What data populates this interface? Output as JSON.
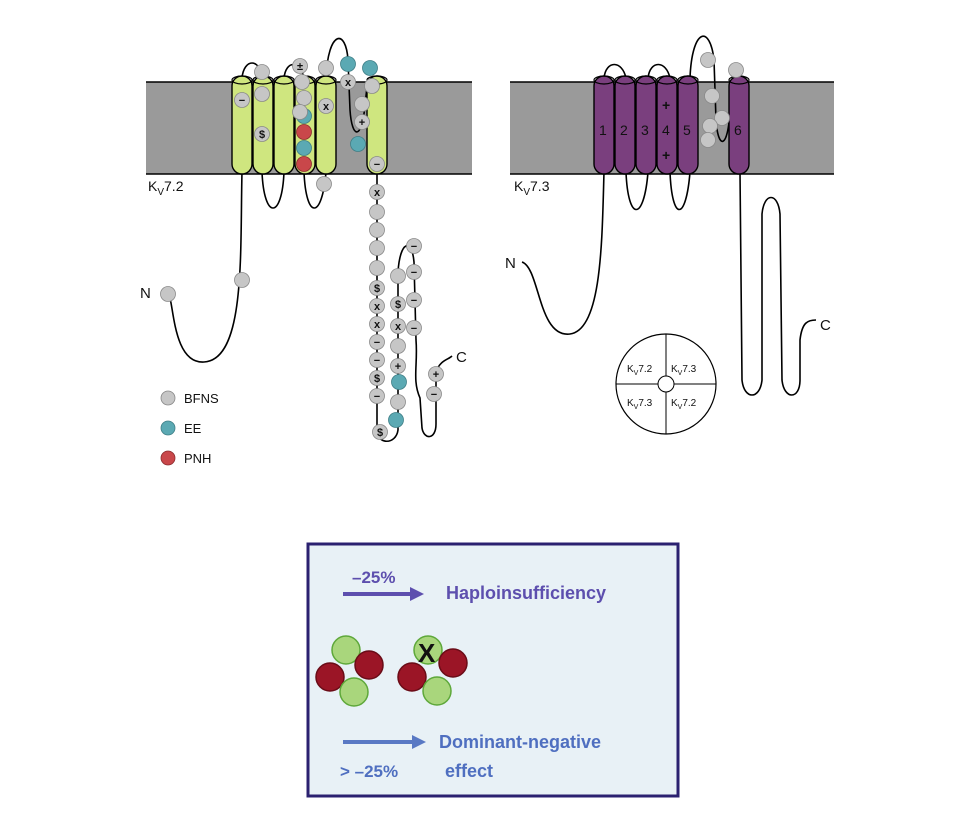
{
  "colors": {
    "membrane": "#9a9a9a",
    "helix_kv72": "#cfe67f",
    "helix_kv73": "#7a3f7e",
    "bfns": "#c6c6c6",
    "ee": "#5ba9b3",
    "pnh": "#c9474a",
    "box_border": "#2b2170",
    "box_fill": "#e8f1f6",
    "arrow": "#5d4fae",
    "arrow2": "#5979c4",
    "text_blue": "#5d4fae",
    "text_blue2": "#4f6fc0",
    "wt_subunit": "#a9d67c",
    "mut_subunit": "#9b1526"
  },
  "kv72": {
    "name_main": "K",
    "name_sub": "V",
    "name_rest": "7.2",
    "n_label": "N",
    "c_label": "C"
  },
  "kv73": {
    "name_main": "K",
    "name_sub": "V",
    "name_rest": "7.3",
    "n_label": "N",
    "c_label": "C",
    "helix_numbers": [
      "1",
      "2",
      "3",
      "4",
      "5",
      "6"
    ],
    "s4_charges": [
      "+",
      "+"
    ]
  },
  "legend": [
    {
      "label": "BFNS",
      "color_key": "bfns"
    },
    {
      "label": "EE",
      "color_key": "ee"
    },
    {
      "label": "PNH",
      "color_key": "pnh"
    }
  ],
  "tetramer": {
    "sub_main": "K",
    "sub_sub": "V",
    "quadrants": [
      "7.2",
      "7.3",
      "7.3",
      "7.2"
    ]
  },
  "box": {
    "haplo_pct": "–25%",
    "haplo_label": "Haploinsufficiency",
    "dn_label_1": "Dominant-negative",
    "dn_label_2": "effect",
    "dn_pct": "> –25%",
    "cross_mark": "X"
  },
  "mut_symbols": {
    "minus": "−",
    "plus": "+",
    "dollar": "$",
    "cross": "x",
    "plusminus": "±"
  }
}
